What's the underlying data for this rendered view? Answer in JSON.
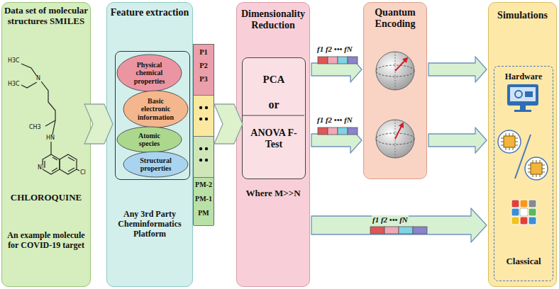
{
  "diagram": {
    "nodes": [
      {
        "text": [
          "Data set of molecular structures SMILES",
          "CHLOROQUINE",
          "An example molecule for COVID-19 target"
        ]
      },
      {
        "text": [
          "Feature extraction",
          "Any 3rd Party Cheminformatics Platform"
        ]
      },
      {
        "text": [
          "Physical chemical properties"
        ],
        "in": 1
      },
      {
        "text": [
          "Basic electronic information"
        ],
        "in": 1
      },
      {
        "text": [
          "Atomic species"
        ],
        "in": 1
      },
      {
        "text": [
          "Structural properties"
        ],
        "in": 1
      },
      {
        "text": [
          "P1",
          "P2",
          "P3",
          "PM-2",
          "PM-1",
          "PM"
        ]
      },
      {
        "text": [
          "Dimensionality Reduction",
          "Where M>>N"
        ]
      },
      {
        "text": [
          "PCA",
          "or",
          "ANOVA F-Test"
        ],
        "in": 7
      },
      {
        "text": [
          "Quantum Encoding"
        ]
      },
      {
        "text": [
          "Simulations"
        ]
      },
      {
        "text": [
          "Hardware",
          "Classical"
        ],
        "in": 10
      }
    ],
    "edges": [
      {
        "from": 0,
        "to": 1,
        "arrow": "to"
      },
      {
        "from": 6,
        "to": 7,
        "arrow": "to"
      },
      {
        "from": 7,
        "to": 9,
        "arrow": "to"
      },
      {
        "from": 7,
        "to": 9,
        "arrow": "to"
      },
      {
        "from": 9,
        "to": 10,
        "arrow": "to"
      },
      {
        "from": 9,
        "to": 10,
        "arrow": "to"
      },
      {
        "from": 7,
        "to": 10,
        "arrow": "to"
      }
    ],
    "labels": [
      "H3C",
      "N",
      "H3C",
      "CH3",
      "HN",
      "N",
      "Cl",
      "f1 f2 ••• fN",
      "f1 f2 ••• fN",
      "f1 f2 ••• fN"
    ]
  }
}
